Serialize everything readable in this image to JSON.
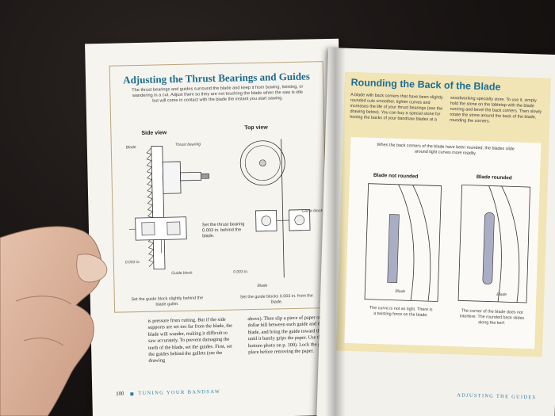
{
  "left_page": {
    "title": "Adjusting the Thrust Bearings and Guides",
    "intro": "The thrust bearings and guides surround the blade and keep it from bowing, twisting, or wandering in a cut. Adjust them so they are not touching the blade when the saw is idle but will come in contact with the blade the instant you start sawing.",
    "side_view_label": "Side view",
    "top_view_label": "Top view",
    "callout_blade": "Blade",
    "callout_thrust": "Thrust bearing",
    "callout_guide_block_top": "Guide block",
    "callout_guide_block": "Guide block",
    "callout_gap_side": "0.003 in.",
    "callout_gap_top": "0.003 in.",
    "callout_blade_top": "Blade",
    "note_thrust": "Set the thrust bearing 0.003 in. behind the blade.",
    "caption_side": "Set the guide block slightly behind the blade gullet.",
    "caption_top": "Set the guide blocks 0.003 in. from the blade.",
    "body_col1": "is pressure from cutting. But if the side supports are set too far from the blade, the blade will wander, making it difficult to saw accurately. To prevent damaging the teeth of the blade, set the guides. First, set the guides behind the gullets (see the drawing",
    "body_col2": "above). Then slip a piece of paper or a dollar bill between each guide and the blade, and bring the guide toward the blade until it barely grips the paper. Use the bottom photo on p. 100). Lock the guide in place before removing the paper.",
    "page_number": "100",
    "running_head": "TUNING YOUR BANDSAW"
  },
  "right_page": {
    "title": "Rounding the Back of the Blade",
    "text_left": "A blade with back corners that have been slightly rounded cuts smoother, tighter curves and increases the life of your thrust bearings (see the drawing below). You can buy a special stone for honing the backs of your bandsaw blades at a",
    "text_right": "woodworking specialty store. To use it, simply hold the stone on the tabletop with the blade running and bevel the back corners. Then slowly rotate the stone around the back of the blade, rounding the corners.",
    "inner_caption": "When the back corners of the blade have been rounded, the blades slide around tight curves more readily.",
    "sub_not_rounded": "Blade not rounded",
    "sub_rounded": "Blade rounded",
    "blade_label_1": "Blade",
    "blade_label_2": "Blade",
    "caption_not_rounded": "The curve is not as tight. There is a twisting force on the blade.",
    "caption_rounded": "The corner of the blade does not interfere. The rounded back slides along the kerf.",
    "running_foot": "ADJUSTING THE GUIDES"
  },
  "colors": {
    "title_blue": "#1f6b8c",
    "panel_tan": "#f1e4b5",
    "accent_blue": "#2f7ea0"
  }
}
